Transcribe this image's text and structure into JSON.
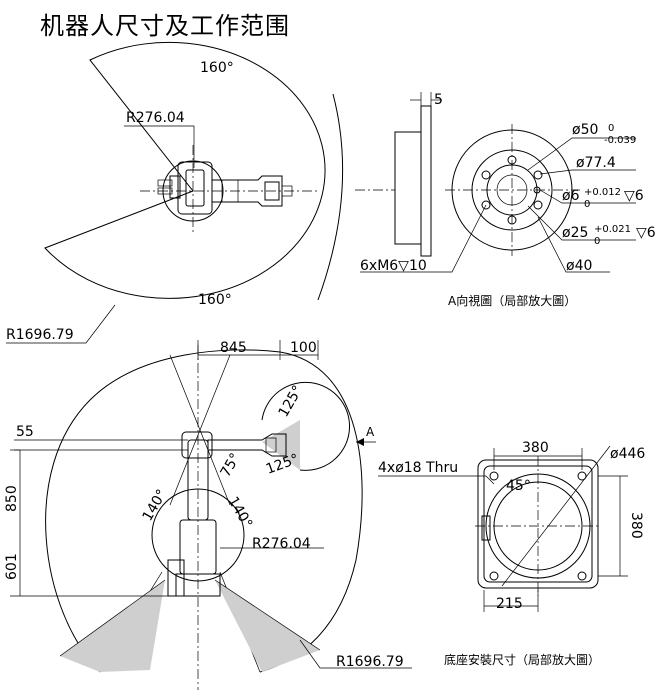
{
  "title": "机器人尺寸及工作范围",
  "top_view": {
    "angle_top": "160°",
    "angle_bottom": "160°",
    "radius_inner": "R276.04",
    "radius_outer": "R1696.79"
  },
  "detail_a": {
    "offset": "5",
    "d50": "ø50",
    "d50_tol_upper": "0",
    "d50_tol_lower": "-0.039",
    "d77": "ø77.4",
    "d6": "ø6",
    "d6_tol_upper": "+0.012",
    "d6_tol_lower": "0",
    "d6_depth": "▽6",
    "d25": "ø25",
    "d25_tol_upper": "+0.021",
    "d25_tol_lower": "0",
    "d25_depth": "▽6",
    "d40": "ø40",
    "threads": "6xM6▽10",
    "caption": "A向視圖（局部放大圖）"
  },
  "side_view": {
    "dim_845": "845",
    "dim_100": "100",
    "dim_55": "55",
    "dim_850": "850",
    "dim_601": "601",
    "angle_125a": "125°",
    "angle_125b": "125°",
    "angle_75": "75°",
    "angle_140a": "140°",
    "angle_140b": "140°",
    "radius_inner": "R276.04",
    "radius_outer": "R1696.79",
    "arrow_label": "A"
  },
  "base": {
    "dim_380_top": "380",
    "dim_446": "ø446",
    "holes": "4xø18 Thru",
    "angle_45": "45°",
    "dim_380_side": "380",
    "dim_215": "215",
    "caption": "底座安裝尺寸（局部放大圖）"
  }
}
